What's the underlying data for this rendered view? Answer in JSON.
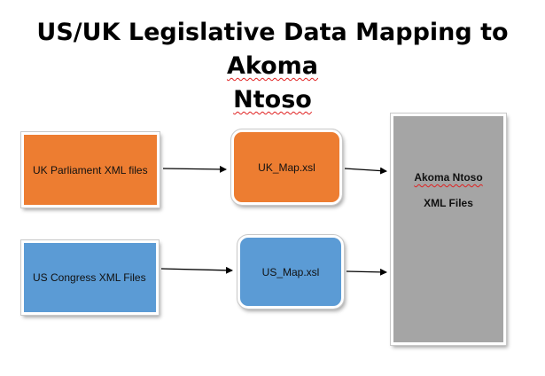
{
  "title": {
    "line1_prefix": "US/UK Legislative Data Mapping to ",
    "line1_term": "Akoma",
    "line2_term": "Ntoso"
  },
  "nodes": {
    "uk_source": "UK Parliament XML files",
    "us_source": "US Congress XML Files",
    "uk_map": "UK_Map.xsl",
    "us_map": "US_Map.xsl",
    "target_line1": "Akoma Ntoso",
    "target_line2": "XML Files"
  },
  "colors": {
    "uk": "#ed7d31",
    "us": "#5b9bd5",
    "target": "#a5a5a5"
  }
}
